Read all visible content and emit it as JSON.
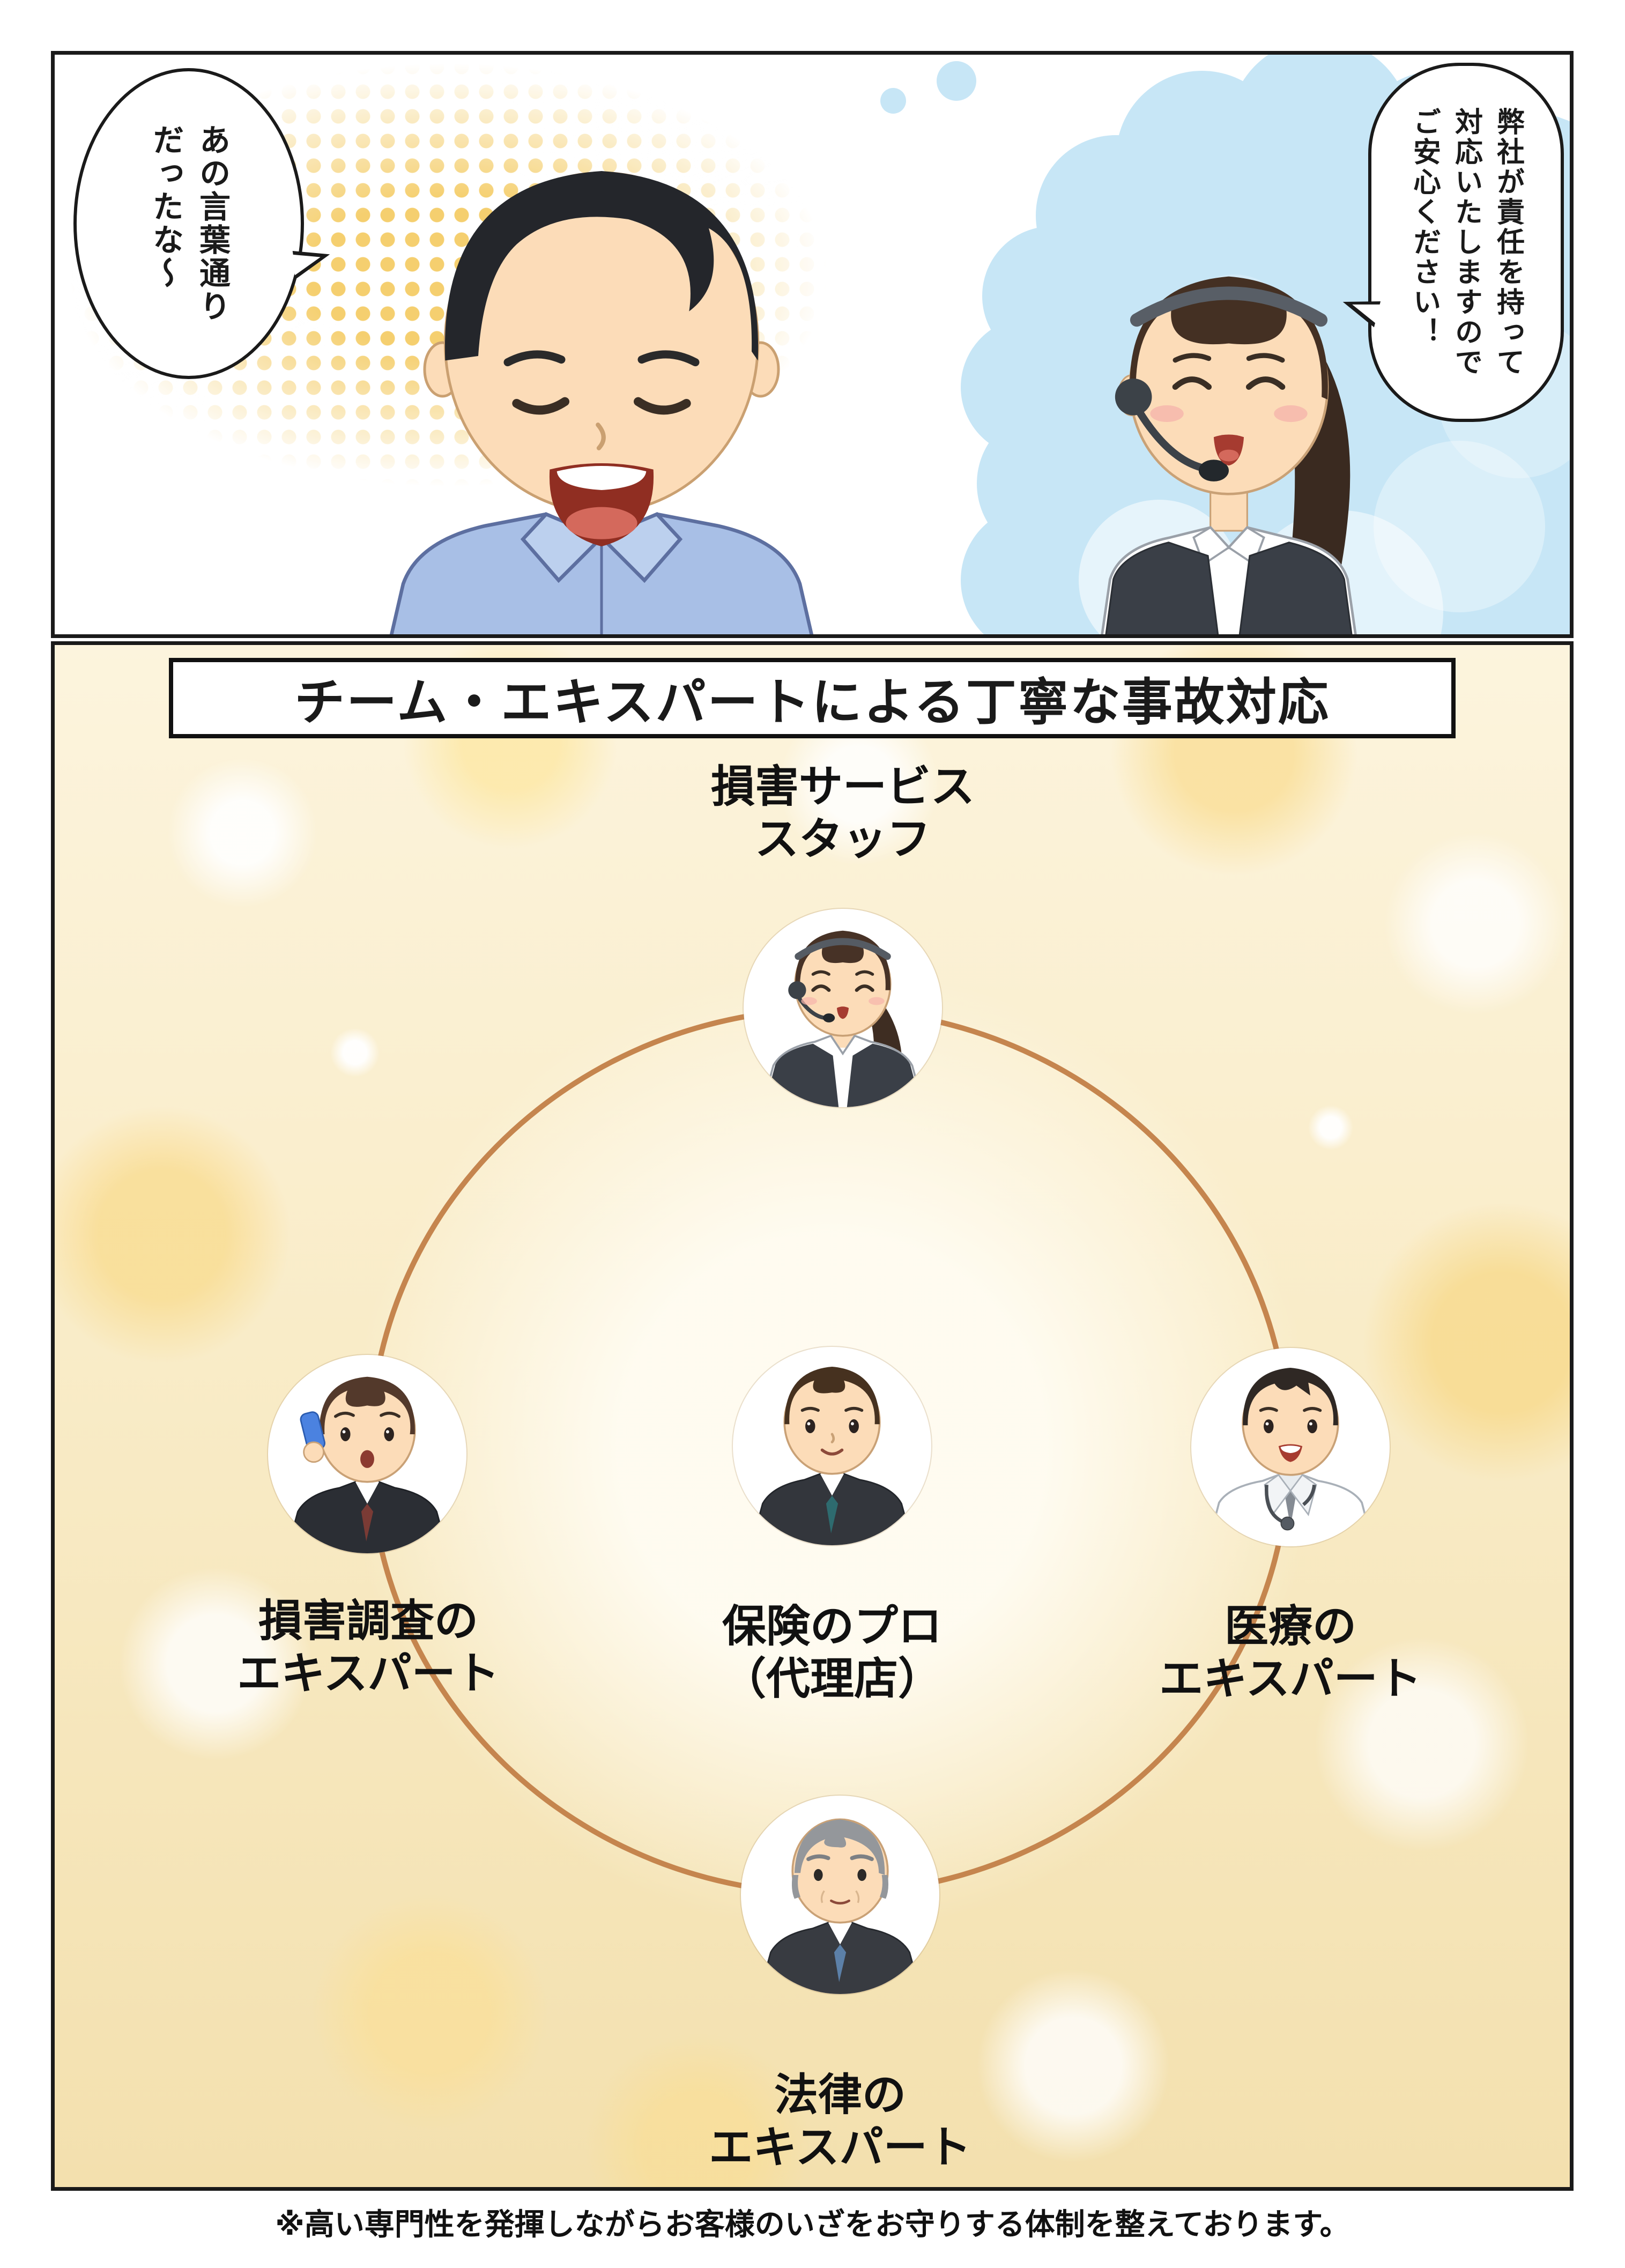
{
  "colors": {
    "panel_border": "#1a1a1a",
    "halftone_yellow": "#f3c44c",
    "thought_bubble_blue": "#c7e6f6",
    "ring_orange": "#c5854e",
    "bokeh_gold": "#f3e0ae"
  },
  "top_panel": {
    "man_bubble": "あの言葉通り\nだったな〜",
    "operator_bubble": "弊社が責任を持って\n対応いたしますので\nご安心ください！"
  },
  "title": "チーム・エキスパートによる丁寧な事故対応",
  "diagram": {
    "members": [
      {
        "id": "claims-staff",
        "label": "損害サービス\nスタッフ"
      },
      {
        "id": "claims-investigator",
        "label": "損害調査の\nエキスパート"
      },
      {
        "id": "insurance-agent",
        "label": "保険のプロ\n（代理店）"
      },
      {
        "id": "medical-expert",
        "label": "医療の\nエキスパート"
      },
      {
        "id": "legal-expert",
        "label": "法律の\nエキスパート"
      }
    ]
  },
  "footnote": "※高い専門性を発揮しながらお客様のいざをお守りする体制を整えております。"
}
